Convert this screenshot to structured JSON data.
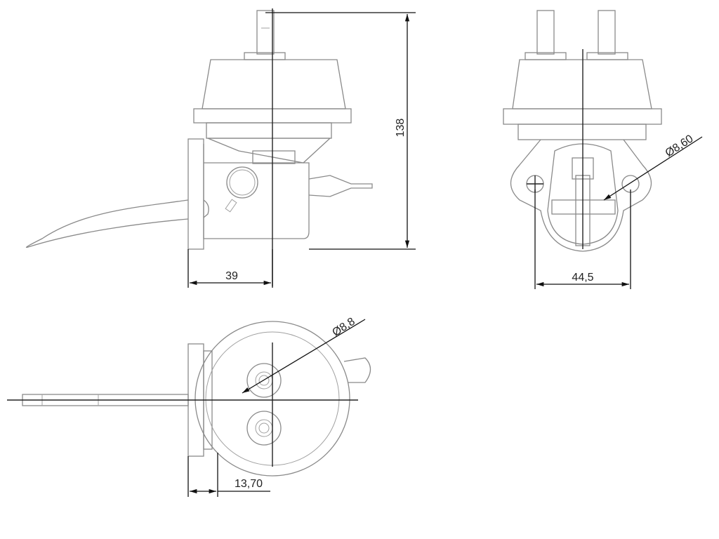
{
  "title": "Fuel pump technical drawing",
  "dimensions": {
    "height": "138",
    "front_width": "39",
    "hole_spacing": "44,5",
    "hole_diameter": "Ø8,60",
    "port_diameter": "Ø8,8",
    "flange_thickness": "13,70"
  },
  "colors": {
    "outline": "#8a8a8a",
    "dimension": "#111111"
  }
}
